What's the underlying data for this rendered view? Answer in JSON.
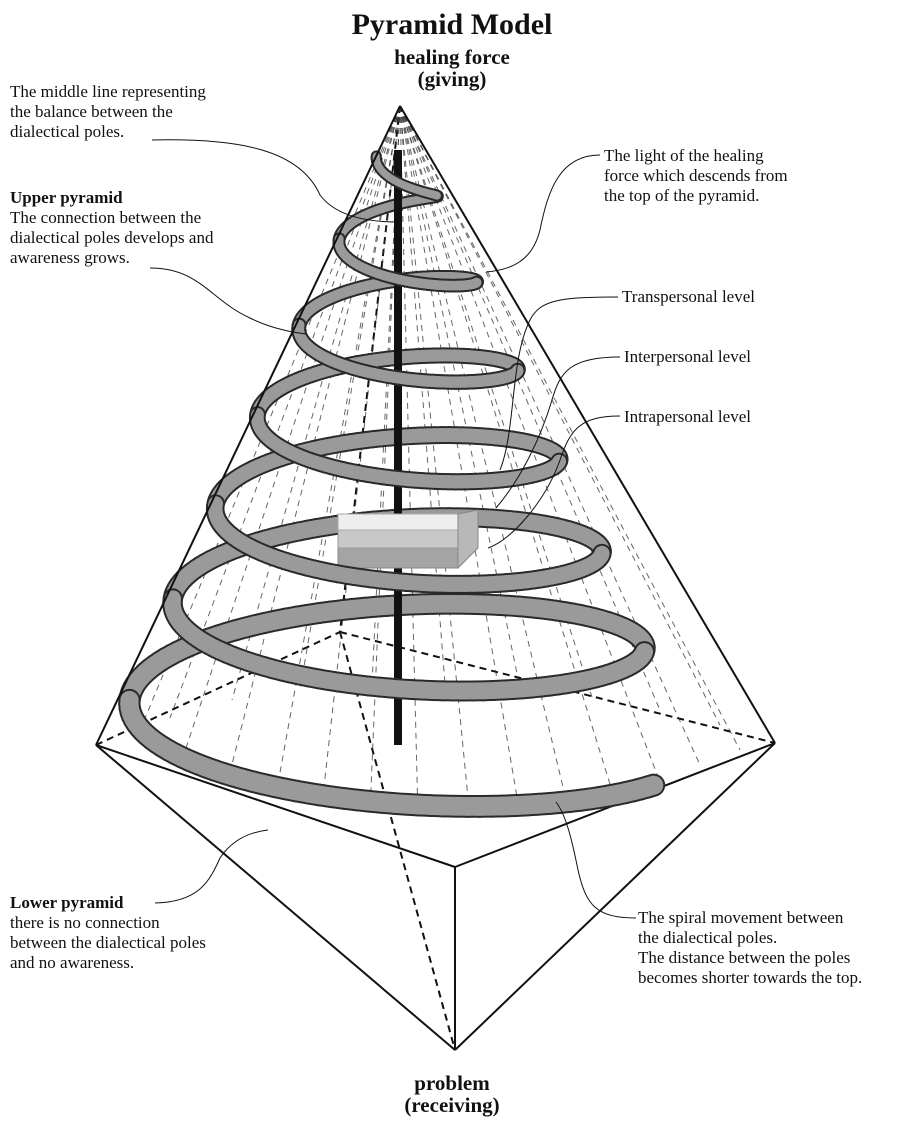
{
  "title": "Pyramid Model",
  "top_pole": {
    "line1": "healing force",
    "line2": "(giving)"
  },
  "bottom_pole": {
    "line1": "problem",
    "line2": "(receiving)"
  },
  "annotations": {
    "middle_line": [
      "The middle line representing",
      "the balance between the",
      "dialectical poles."
    ],
    "upper_pyramid": {
      "heading": "Upper pyramid",
      "lines": [
        "The connection between the",
        "dialectical poles develops and",
        "awareness grows."
      ]
    },
    "light": [
      "The light of the healing",
      "force which descends from",
      "the top of the pyramid."
    ],
    "transpersonal": "Transpersonal level",
    "interpersonal": "Interpersonal level",
    "intrapersonal": "Intrapersonal level",
    "lower_pyramid": {
      "heading": "Lower pyramid",
      "lines": [
        "there is no connection",
        "between the dialectical poles",
        "and no awareness."
      ]
    },
    "spiral": [
      "The spiral movement between",
      "the dialectical poles.",
      "The distance between the poles",
      "becomes shorter towards the top."
    ]
  },
  "colors": {
    "ink": "#111111",
    "spiral_fill": "#9a9a9a",
    "spiral_edge": "#2a2a2a",
    "level_light": "#eeeeee",
    "level_mid": "#c8c8c8",
    "level_dark": "#a4a4a4"
  }
}
